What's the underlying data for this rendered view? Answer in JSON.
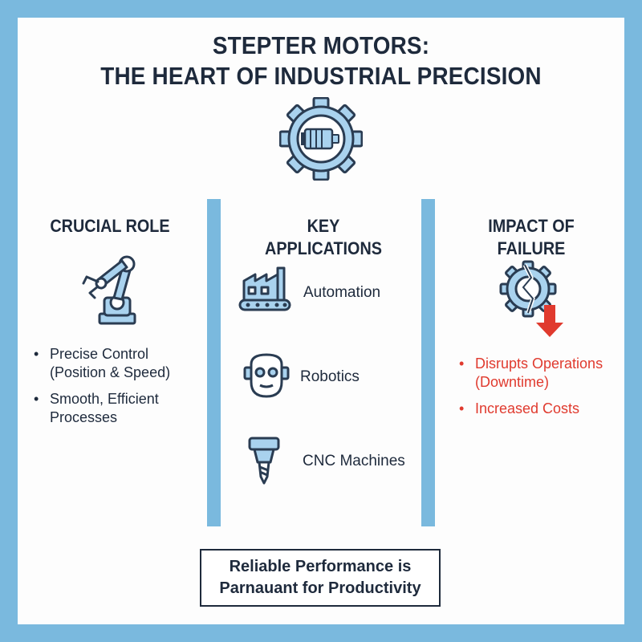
{
  "title": {
    "line1": "STEPTER MOTORS:",
    "line2": "THE HEART OF INDUSTRIAL PRECISION"
  },
  "columns": {
    "role": {
      "heading": "CRUCIAL ROLE",
      "icon": "robot-arm-icon",
      "bullets": [
        "Precise Control (Position & Speed)",
        "Smooth, Efficient Processes"
      ]
    },
    "applications": {
      "heading": "KEY APPLICATIONS",
      "items": [
        {
          "label": "Automation",
          "icon": "factory-conveyor-icon"
        },
        {
          "label": "Robotics",
          "icon": "robot-head-icon"
        },
        {
          "label": "CNC Machines",
          "icon": "cnc-spindle-icon"
        }
      ]
    },
    "failure": {
      "heading": "IMPACT OF FAILURE",
      "icon": "broken-gear-down-arrow-icon",
      "bullets": [
        "Disrupts Operations (Downtime)",
        "Increased Costs"
      ]
    }
  },
  "footer": {
    "line1": "Reliable Performance is",
    "line2": "Parnauant for Productivity"
  },
  "colors": {
    "accent_blue": "#7ab9de",
    "icon_blue": "#a9d2ee",
    "outline_navy": "#2a3c52",
    "alert_red": "#e03a2e",
    "text_dark": "#1e2a3c"
  }
}
